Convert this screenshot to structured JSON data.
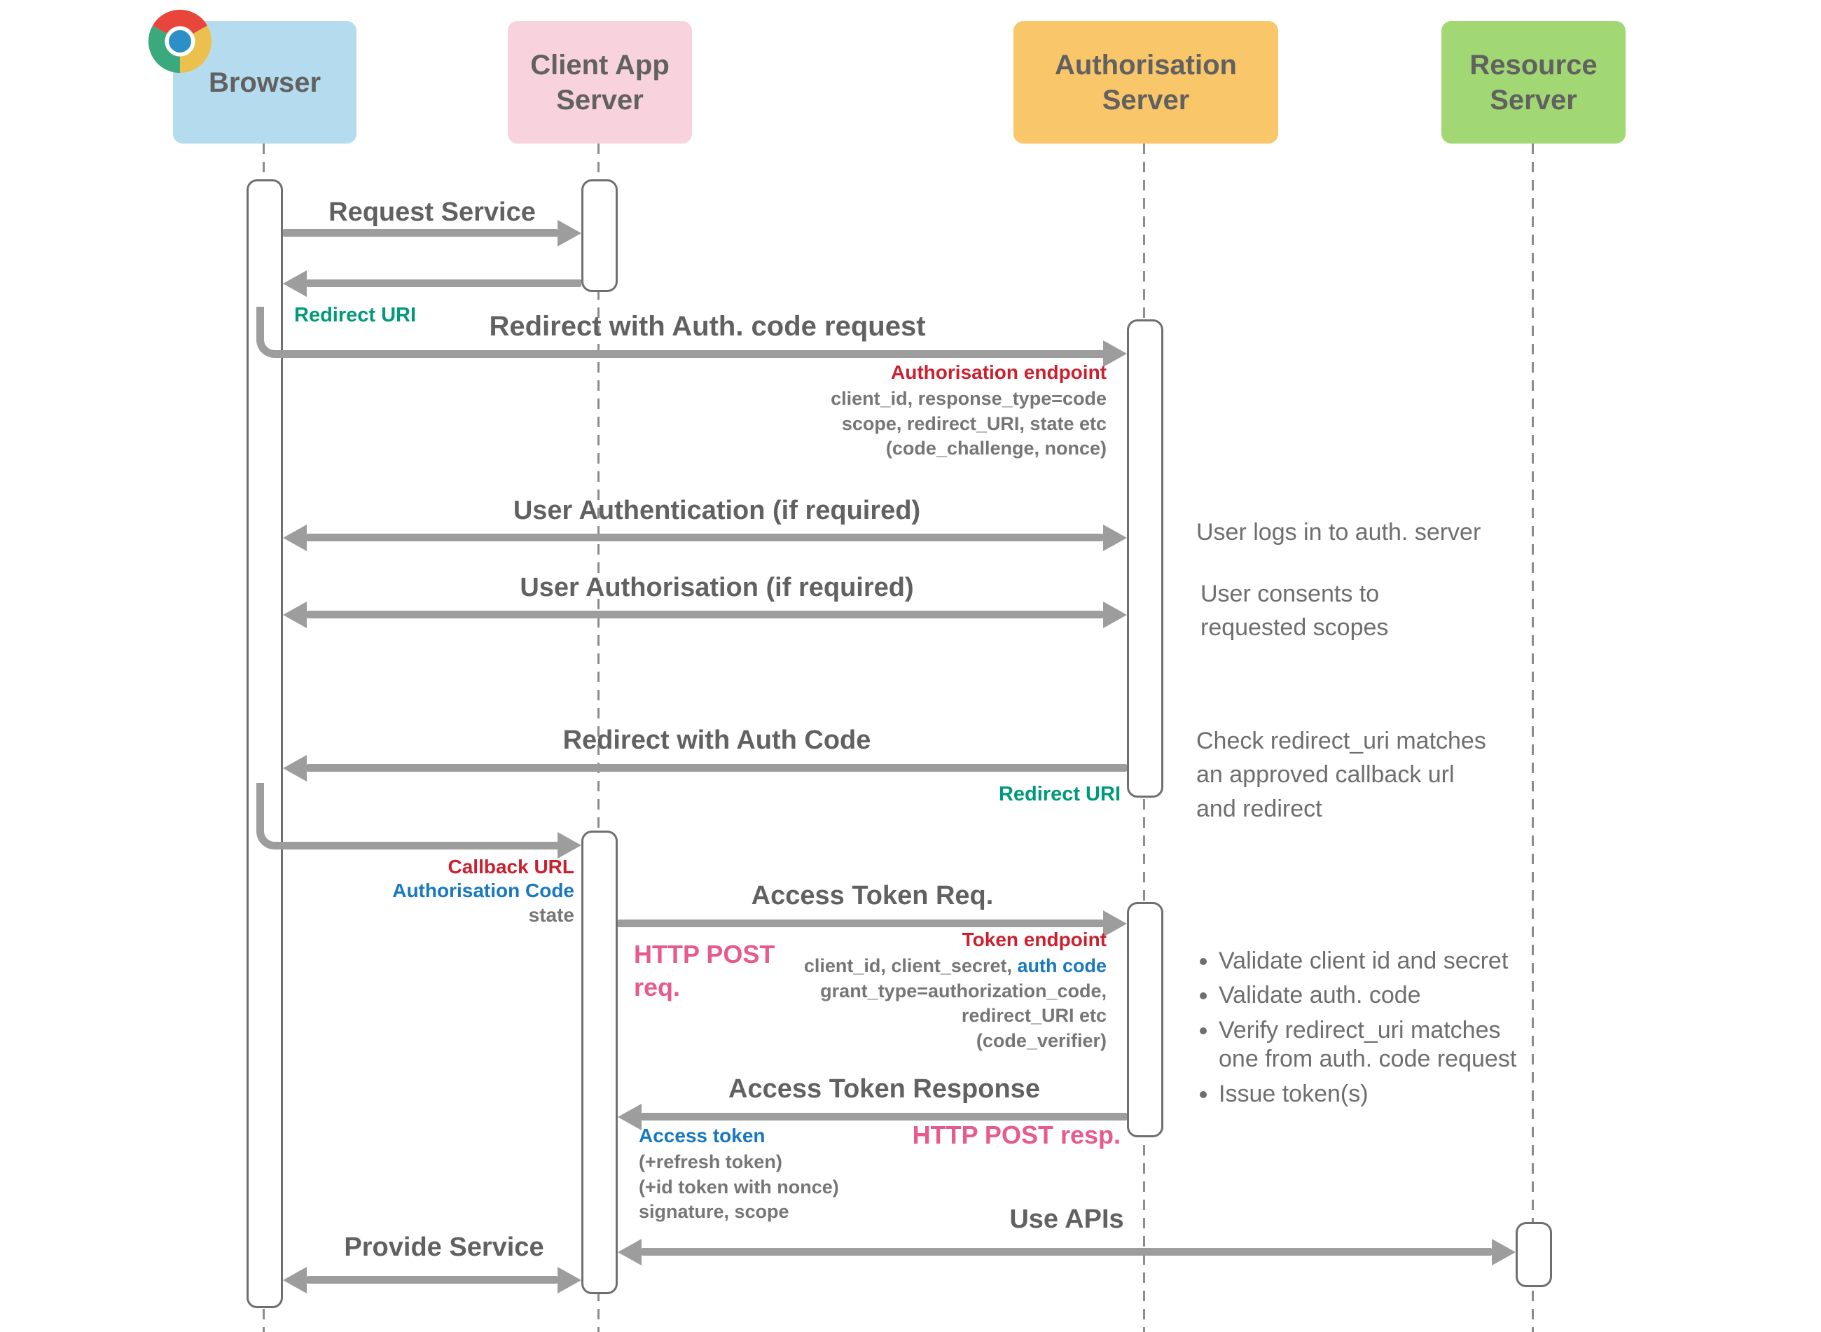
{
  "actors": [
    {
      "id": "browser",
      "label": "Browser"
    },
    {
      "id": "client",
      "label": "Client App Server"
    },
    {
      "id": "auth",
      "label": "Authorisation Server"
    },
    {
      "id": "resource",
      "label": "Resource Server"
    }
  ],
  "icons": {
    "browser_icon": "chrome-logo"
  },
  "labels": {
    "request_service": "Request Service",
    "redirect_uri_1": "Redirect URI",
    "redirect_auth_request": "Redirect with Auth. code request",
    "user_authentication": "User Authentication (if required)",
    "user_authorisation": "User Authorisation (if required)",
    "redirect_auth_code": "Redirect with Auth Code",
    "redirect_uri_2": "Redirect URI",
    "access_token_req": "Access Token Req.",
    "access_token_resp": "Access Token Response",
    "use_apis": "Use APIs",
    "provide_service": "Provide Service"
  },
  "annotations": {
    "auth_endpoint": "Authorisation endpoint",
    "auth_params": [
      "client_id, response_type=code",
      "scope, redirect_URI, state etc",
      "(code_challenge, nonce)"
    ],
    "callback_url": "Callback URL",
    "authorisation_code": "Authorisation Code",
    "state": "state",
    "http_post_req": "HTTP POST req.",
    "token_endpoint": "Token endpoint",
    "token_param_prefix": "client_id, client_secret, ",
    "token_param_auth_code": "auth code",
    "token_params": [
      "grant_type=authorization_code,",
      "redirect_URI etc",
      "(code_verifier)"
    ],
    "http_post_resp": "HTTP POST resp.",
    "access_token": "Access token",
    "token_details": [
      "(+refresh token)",
      "(+id token with nonce)",
      "signature, scope"
    ]
  },
  "notes": {
    "login": "User logs in to auth. server",
    "consent": "User consents to\nrequested scopes",
    "redirect_check": "Check redirect_uri matches\nan approved callback url\nand redirect",
    "token_checks": [
      "Validate client id and secret",
      "Validate auth. code",
      "Verify redirect_uri matches\none from auth. code request",
      "Issue token(s)"
    ]
  },
  "colors": {
    "browser_fill": "#b5dcee",
    "client_fill": "#f8d3de",
    "auth_fill": "#f9c669",
    "resource_fill": "#a2d873",
    "arrow": "#9d9d9d",
    "teal": "#00997a",
    "red": "#cc202f",
    "blue": "#1878bf",
    "pink": "#e75a8e",
    "text_gray": "#616161"
  }
}
